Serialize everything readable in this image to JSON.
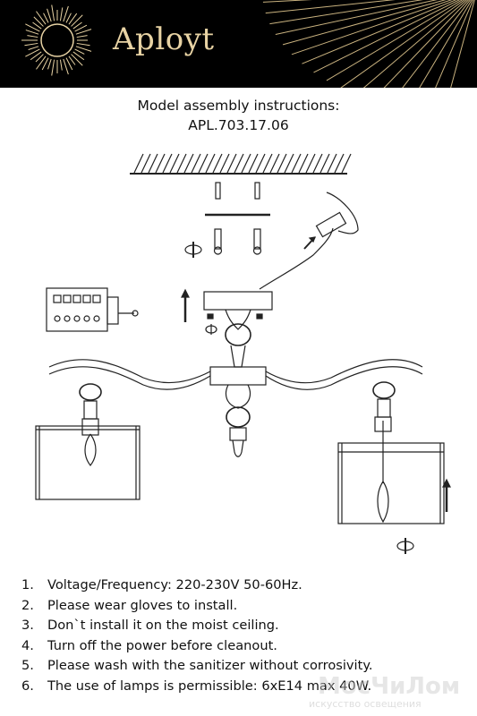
{
  "header": {
    "brand": "Aployt",
    "background": "#000000",
    "accent": "#e8d3a4"
  },
  "title": {
    "line1": "Model assembly instructions:",
    "line2": "APL.703.17.06"
  },
  "diagram": {
    "icons": [
      "ceiling-hatch-icon",
      "screw-icon",
      "rotate-icon",
      "up-arrow-icon",
      "terminal-block-icon",
      "candle-bulb-icon",
      "lamp-shade-icon"
    ]
  },
  "instructions": [
    {
      "num": "1.",
      "text": "Voltage/Frequency: 220-230V 50-60Hz."
    },
    {
      "num": "2.",
      "text": "Please wear gloves to install."
    },
    {
      "num": "3.",
      "text": "Don`t install it on the moist ceiling."
    },
    {
      "num": "4.",
      "text": "Turn off the power before cleanout."
    },
    {
      "num": "5.",
      "text": "Please wash with the sanitizer without corrosivity."
    },
    {
      "num": "6.",
      "text": "The use of lamps is permissible: 6xE14 max 40W."
    }
  ],
  "watermark": {
    "main": "МосЧиЛом",
    "sub": "искусство освещения"
  }
}
